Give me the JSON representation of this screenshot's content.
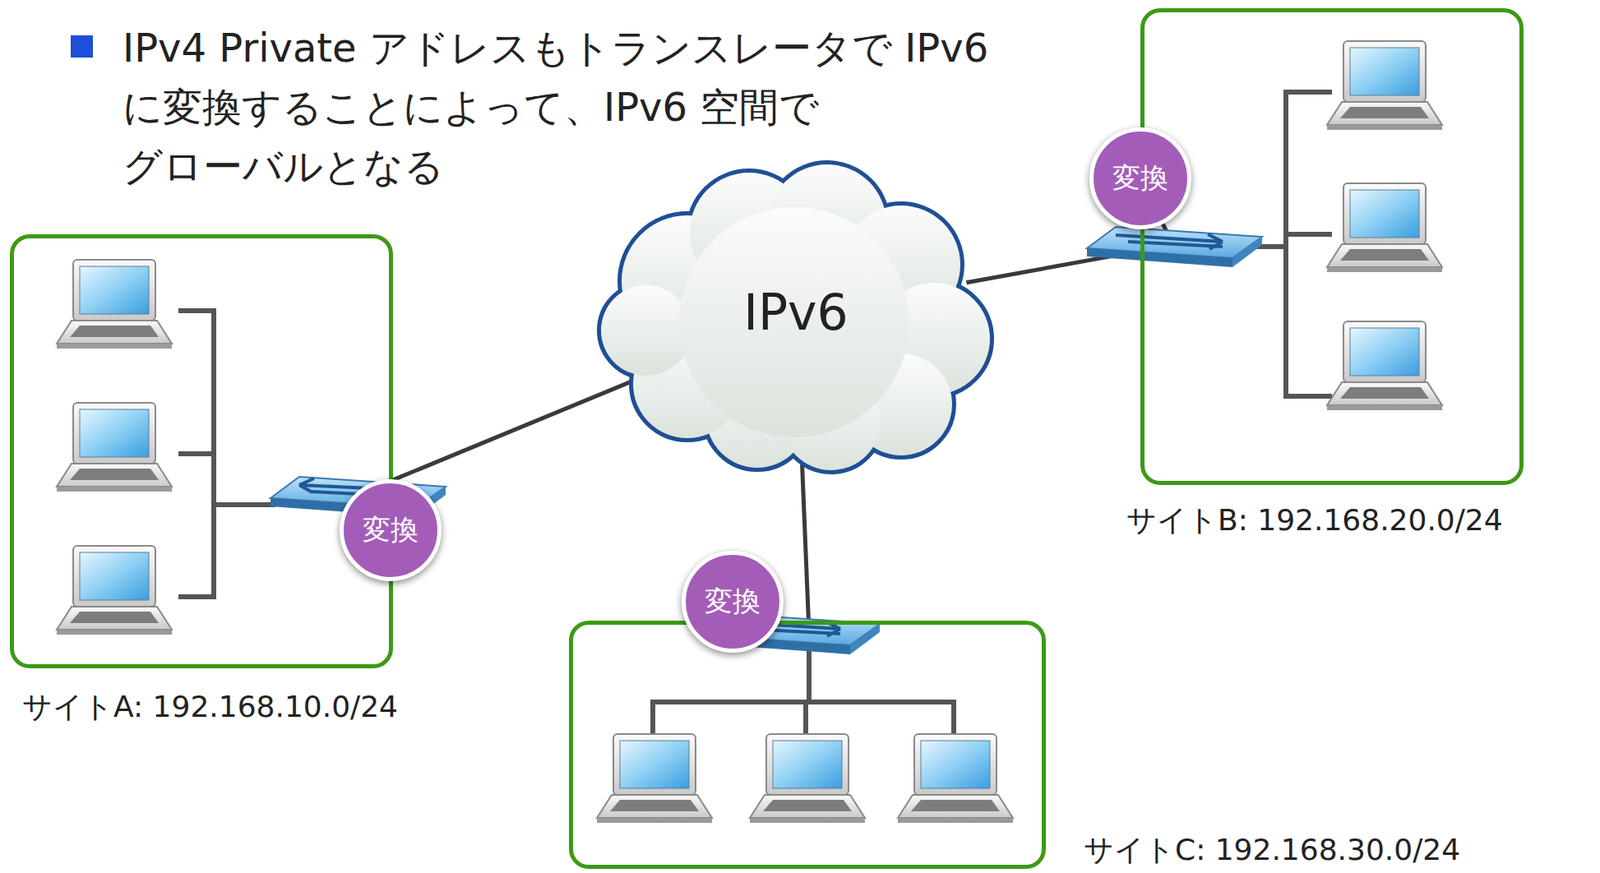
{
  "diagram": {
    "title": "IPv4 Private アドレスもトランスレータで IPv6 に変換することによって、IPv6 空間で グローバルとなる",
    "nodes": [
      {
        "text": [
          "サイトA: 192.168.10.0/24"
        ]
      },
      {
        "text": [
          "変換"
        ]
      },
      {
        "text": [
          "IPv6"
        ]
      },
      {
        "text": [
          "サイトB: 192.168.20.0/24"
        ]
      },
      {
        "text": [
          "変換"
        ]
      },
      {
        "text": [
          "サイトC: 192.168.30.0/24"
        ]
      },
      {
        "text": [
          "変換"
        ]
      }
    ],
    "edges": [
      {
        "from": 2,
        "to": 1,
        "arrow": "none"
      },
      {
        "from": 2,
        "to": 4,
        "arrow": "none"
      },
      {
        "from": 2,
        "to": 6,
        "arrow": "none"
      }
    ]
  }
}
